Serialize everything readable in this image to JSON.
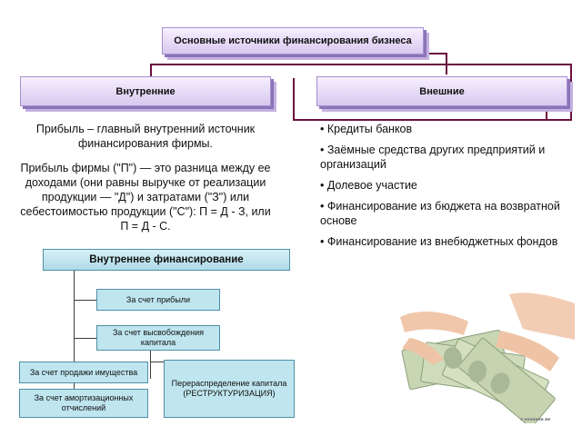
{
  "diagram": {
    "title": "Основные источники финансирования бизнеса",
    "left_box": "Внутренние",
    "right_box": "Внешние"
  },
  "left_text": {
    "p1": "Прибыль – главный внутренний источник финансирования фирмы.",
    "p2": "Прибыль фирмы (\"П\") — это разница между ее доходами (они равны выручке от реализации продукции — \"Д\") и затратами (\"З\") или себестоимостью продукции (\"С\"): П = Д - З, или П = Д - С."
  },
  "external_list": [
    "• Кредиты банков",
    "• Заёмные средства других предприятий и организаций",
    "• Долевое участие",
    "• Финансирование из бюджета на возвратной основе",
    "• Финансирование из внебюджетных фондов"
  ],
  "internal_chart": {
    "title": "Внутреннее финансирование",
    "profit": "За счет прибыли",
    "release": "За счет высвобождения капитала",
    "sale": "За счет продажи имущества",
    "amort": "За счет амортизационных отчислений",
    "restructure": "Перераспределение капитала (РЕСТРУКТУРИЗАЦИЯ)"
  },
  "colors": {
    "frame": "#6a1040",
    "box_gradient_top": "#f6f0ff",
    "box_gradient_bottom": "#d8c8ef",
    "org_box": "#bfe5ef"
  },
  "icons": {
    "photo": "hands-holding-dollar-bills-icon"
  }
}
